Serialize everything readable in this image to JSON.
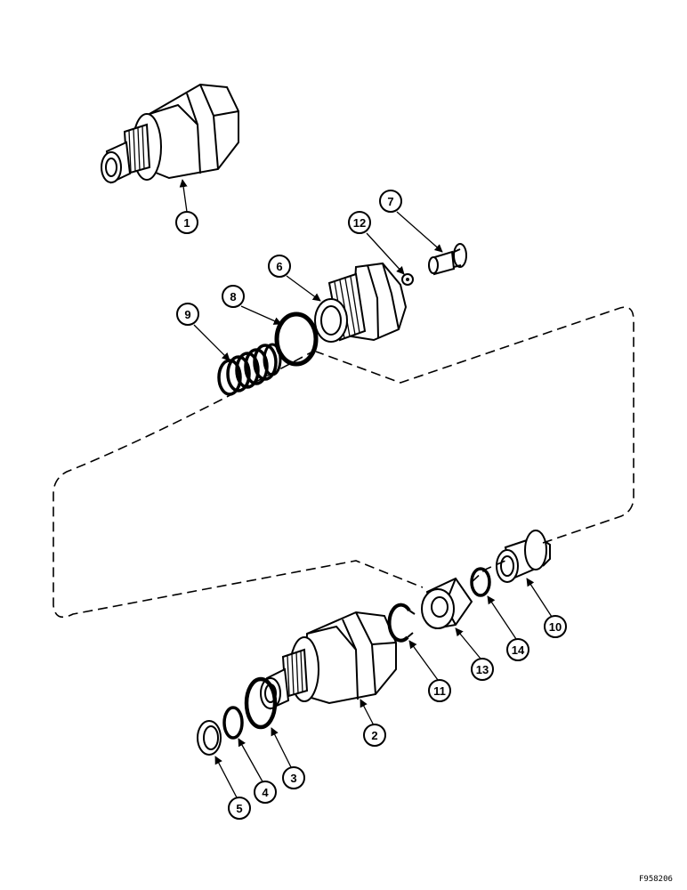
{
  "figure_code": "F958206",
  "callouts": [
    {
      "label": "1"
    },
    {
      "label": "2"
    },
    {
      "label": "3"
    },
    {
      "label": "4"
    },
    {
      "label": "5"
    },
    {
      "label": "6"
    },
    {
      "label": "7"
    },
    {
      "label": "8"
    },
    {
      "label": "9"
    },
    {
      "label": "10"
    },
    {
      "label": "11"
    },
    {
      "label": "12"
    },
    {
      "label": "13"
    },
    {
      "label": "14"
    }
  ]
}
